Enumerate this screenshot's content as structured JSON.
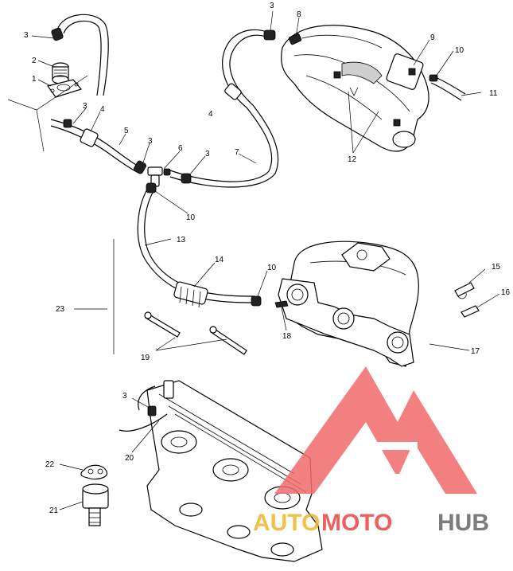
{
  "callouts": {
    "c1": "1",
    "c2": "2",
    "c3a": "3",
    "c3b": "3",
    "c3c": "3",
    "c3d": "3",
    "c3e": "3",
    "c3f": "3",
    "c4a": "4",
    "c4b": "4",
    "c5": "5",
    "c6": "6",
    "c7": "7",
    "c8": "8",
    "c9": "9",
    "c10a": "10",
    "c10b": "10",
    "c10c": "10",
    "c11": "11",
    "c12": "12",
    "c13": "13",
    "c14": "14",
    "c15": "15",
    "c16": "16",
    "c17": "17",
    "c18": "18",
    "c19": "19",
    "c20": "20",
    "c21": "21",
    "c22": "22",
    "c23": "23"
  },
  "watermark": {
    "word_a": "AUTO",
    "word_b": "MOTO",
    "word_c": "HUB",
    "color_a": "#f0b429",
    "color_b": "#ee4444",
    "color_c": "#666666",
    "logo_color": "#f26b6b"
  }
}
